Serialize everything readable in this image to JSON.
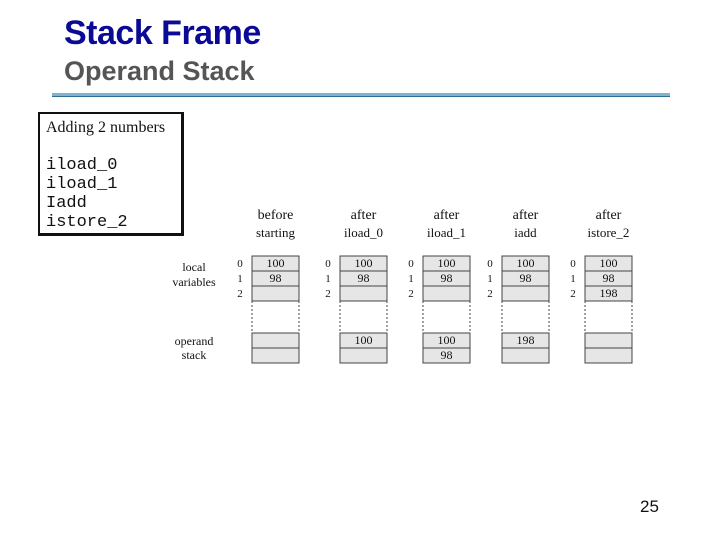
{
  "slide": {
    "title": "Stack Frame",
    "subtitle": "Operand Stack",
    "number": "25"
  },
  "code_box": {
    "heading": "Adding 2 numbers",
    "lines": [
      "iload_0",
      "iload_1",
      "Iadd",
      "istore_2"
    ]
  },
  "diagram": {
    "row_labels": {
      "local": [
        "local",
        "variables"
      ],
      "operand": [
        "operand",
        "stack"
      ]
    },
    "slot_indices": [
      "0",
      "1",
      "2"
    ],
    "columns": [
      {
        "label": [
          "before",
          "starting"
        ],
        "locals": [
          "100",
          "98",
          ""
        ],
        "stack": [
          "",
          ""
        ]
      },
      {
        "label": [
          "after",
          "iload_0"
        ],
        "locals": [
          "100",
          "98",
          ""
        ],
        "stack": [
          "100",
          ""
        ]
      },
      {
        "label": [
          "after",
          "iload_1"
        ],
        "locals": [
          "100",
          "98",
          ""
        ],
        "stack": [
          "100",
          "98"
        ]
      },
      {
        "label": [
          "after",
          "iadd"
        ],
        "locals": [
          "100",
          "98",
          ""
        ],
        "stack": [
          "198",
          ""
        ]
      },
      {
        "label": [
          "after",
          "istore_2"
        ],
        "locals": [
          "100",
          "98",
          "198"
        ],
        "stack": [
          "",
          ""
        ]
      }
    ]
  }
}
